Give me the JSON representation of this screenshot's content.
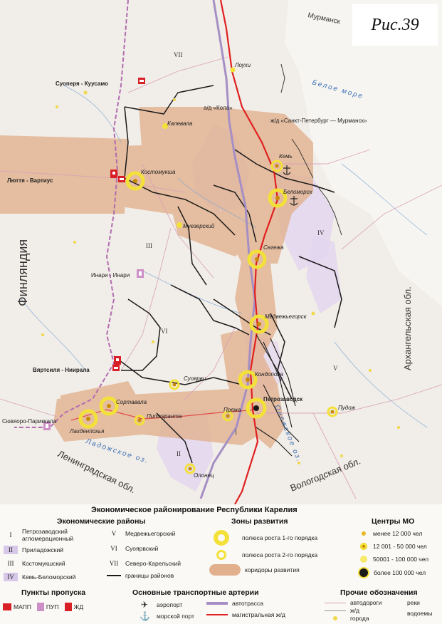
{
  "figure_label": "Рис.39",
  "legend": {
    "title": "Экономическое районирование Республики Карелия",
    "regions": {
      "heading": "Экономические районы",
      "items": [
        {
          "num": "I",
          "name": "Петрозаводский агломерационный"
        },
        {
          "num": "II",
          "name": "Приладожский"
        },
        {
          "num": "III",
          "name": "Костомукшский"
        },
        {
          "num": "IV",
          "name": "Кемь-Беломорский"
        },
        {
          "num": "V",
          "name": "Медвежьегорский"
        },
        {
          "num": "VI",
          "name": "Суоярвский"
        },
        {
          "num": "VII",
          "name": "Северо-Карельский"
        }
      ],
      "borders": "границы районов"
    },
    "zones": {
      "heading": "Зоны развития",
      "pole1": "полюса роста 1-го порядка",
      "pole2": "полюса роста 2-го порядка",
      "corridors": "коридоры развития"
    },
    "centers": {
      "heading": "Центры МО",
      "items": [
        "менее 12 000 чел",
        "12 001 - 50 000 чел",
        "50001 - 100 000 чел",
        "более 100 000 чел"
      ]
    },
    "checkpoints": {
      "heading": "Пункты пропуска",
      "items": [
        "МАПП",
        "ПУП",
        "ЖД"
      ]
    },
    "transport": {
      "heading": "Основные транспортные артерии",
      "airport": "аэропорт",
      "seaport": "морской порт",
      "highway": "автотрасса",
      "railway": "магистральная ж/д"
    },
    "other": {
      "heading": "Прочие обозначения",
      "roads": "автодороги",
      "rail": "ж/д",
      "cities": "города",
      "rivers": "реки",
      "water": "водоемы"
    }
  },
  "map": {
    "cities": {
      "kalevala": "Калевала",
      "kostomuksha": "Костомукша",
      "kem": "Кемь",
      "belomorsk": "Беломорск",
      "segezha": "Сегежа",
      "mueozero": "Муезерский",
      "medvezhyegorsk": "Медвежьегорск",
      "kondopoga": "Кондопога",
      "petrozavodsk": "Петрозаводск",
      "suoyarvi": "Суоярви",
      "sortavala": "Сортавала",
      "pitkyaranta": "Питкяранта",
      "pryazha": "Пряжа",
      "lakhdenpokhya": "Лахденпохья",
      "olonets": "Олонец",
      "pudozh": "Пудож",
      "loukhi": "Лоухи"
    },
    "crossings": {
      "suopera": "Суоперя - Куусамо",
      "lyuttya": "Люття - Вартиус",
      "vartsilya": "Вяртсиля - Ниирала",
      "syuyuvyaro": "Сювяоро-Париккала",
      "inari": "Инари - Инари"
    },
    "routes": {
      "kola": "а/д «Кола»",
      "railway": "ж/д «Санкт-Петербург — Мурманск»"
    },
    "water": {
      "white_sea": "Белое море",
      "ladoga": "Ладожское оз.",
      "onega": "Онежское оз."
    },
    "territories": {
      "finland": "Финляндия",
      "arkhangelsk": "Архангельская обл.",
      "leningrad": "Ленинградская обл.",
      "vologda": "Вологодская обл.",
      "murmansk": "Мурманск"
    },
    "region_numerals": {
      "r1": "I",
      "r2": "II",
      "r3": "III",
      "r4": "IV",
      "r5": "V",
      "r6": "VI",
      "r7": "VII"
    }
  },
  "colors": {
    "corridor": "#e2b08c",
    "region_fill": "#e0d4ec",
    "railway": "#e02020",
    "highway": "#a58fc4",
    "border": "#1a1a1a",
    "pole": "#f3e13a",
    "water_text": "#3d6fb5",
    "background": "#f3efea",
    "checkpoint_red": "#d81f26"
  }
}
